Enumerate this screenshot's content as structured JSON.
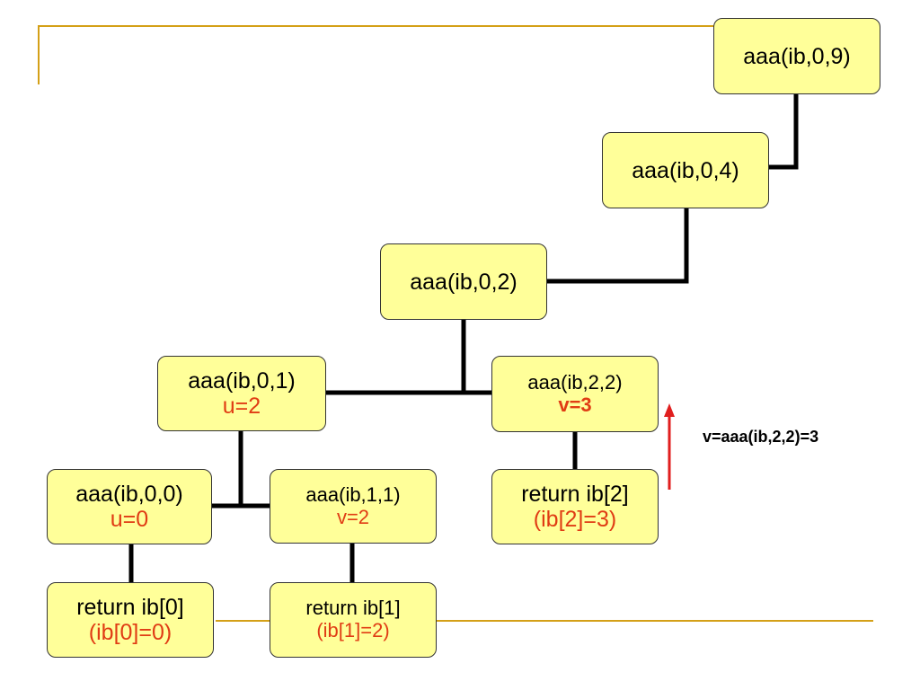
{
  "nodes": {
    "n_0_9": {
      "line1": "aaa(ib,0,9)"
    },
    "n_0_4": {
      "line1": "aaa(ib,0,4)"
    },
    "n_0_2": {
      "line1": "aaa(ib,0,2)"
    },
    "n_0_1": {
      "line1": "aaa(ib,0,1)",
      "line2": "u=2"
    },
    "n_2_2": {
      "line1": "aaa(ib,2,2)",
      "line2": "v=3"
    },
    "n_0_0": {
      "line1": "aaa(ib,0,0)",
      "line2": "u=0"
    },
    "n_1_1": {
      "line1": "aaa(ib,1,1)",
      "line2": "v=2"
    },
    "ret_2": {
      "line1": "return ib[2]",
      "line2": "(ib[2]=3)"
    },
    "ret_0": {
      "line1": "return ib[0]",
      "line2": "(ib[0]=0)"
    },
    "ret_1": {
      "line1": "return ib[1]",
      "line2": "(ib[1]=2)"
    }
  },
  "annotation": "v=aaa(ib,2,2)=3",
  "colors": {
    "node_fill": "#ffff99",
    "result_text": "#e03c14",
    "arrow": "#e01e1e",
    "frame": "#d4a017"
  }
}
